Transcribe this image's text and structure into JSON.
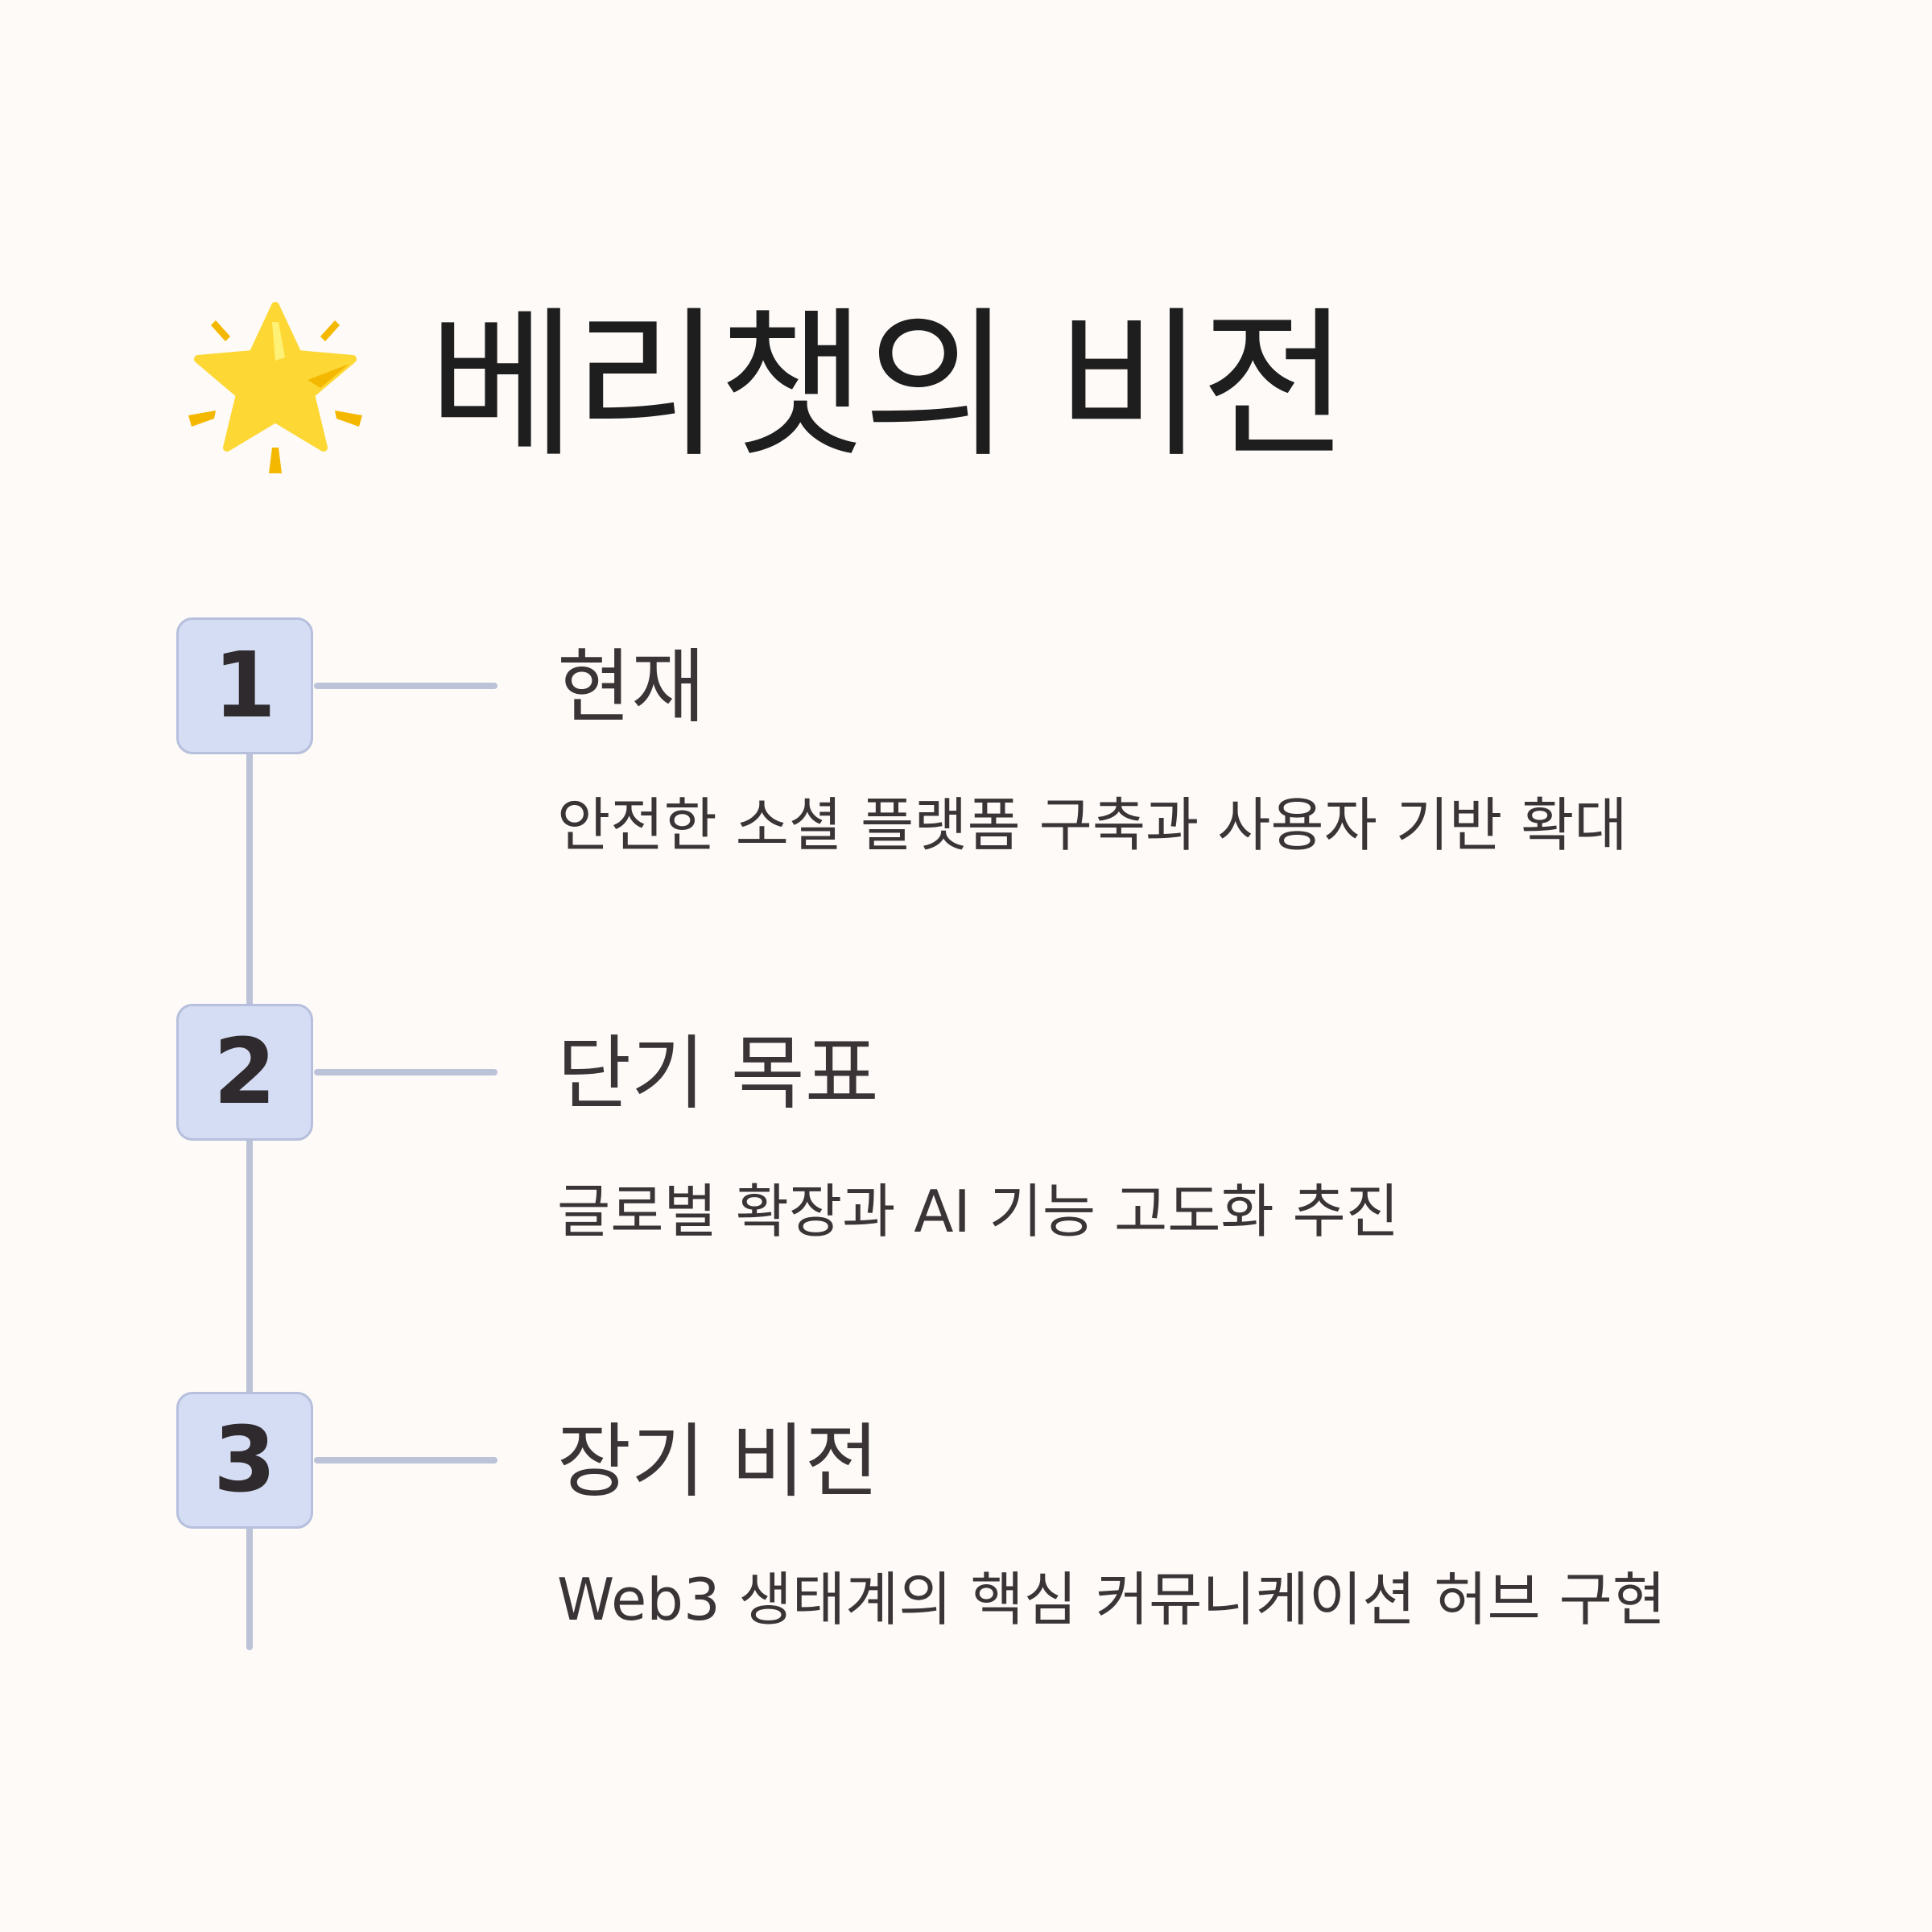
{
  "title": "베리챗의 비전",
  "title_icon": "star-icon",
  "colors": {
    "background": "#fdfaf8",
    "badge_fill": "#d5ddf4",
    "connector": "#bcc3d8",
    "text": "#3a3436",
    "star_fill": "#fdd835",
    "star_accent": "#f5b800"
  },
  "steps": [
    {
      "number": "1",
      "title": "현재",
      "description": "안전한 소셜 플랫폼 구축과 사용자 기반 확대"
    },
    {
      "number": "2",
      "title": "단기 목표",
      "description": "글로벌 확장과 AI 기능 고도화 추진"
    },
    {
      "number": "3",
      "title": "장기 비전",
      "description": "Web3 생태계의 핵심 커뮤니케이션 허브 구현"
    }
  ]
}
